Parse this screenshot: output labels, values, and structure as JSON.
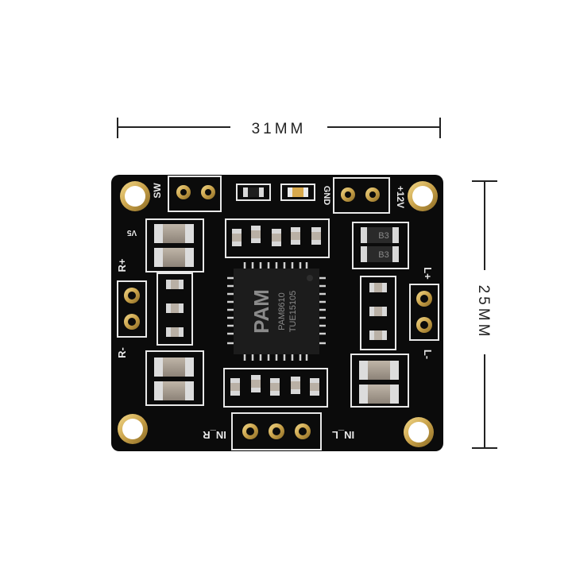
{
  "dimensions": {
    "width_label": "31MM",
    "height_label": "25MM"
  },
  "board": {
    "colors": {
      "pcb": "#0b0b0b",
      "silkscreen": "#e8e8e8",
      "gold": "#c9a24a",
      "chip": "#1c1c1c"
    },
    "labels": {
      "sw": "SW",
      "v5": "V5",
      "gnd": "GND",
      "plus12v": "+12V",
      "r_plus": "R+",
      "r_minus": "R-",
      "l_plus": "L+",
      "l_minus": "L-",
      "in_r": "IN_R",
      "in_l": "IN_L"
    },
    "chip": {
      "logo": "PAM",
      "line1": "PAM8610",
      "line2": "TUE15105"
    },
    "regulators": [
      "B3",
      "B3"
    ]
  }
}
